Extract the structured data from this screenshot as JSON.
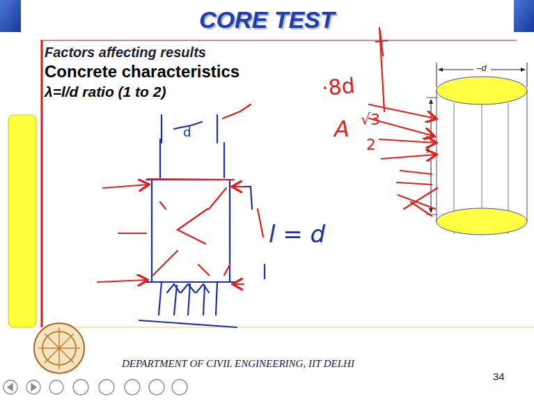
{
  "diagram": {
    "title": "CORE TEST",
    "labels": [
      "Factors affecting results",
      "Concrete characteristics",
      "λ=l/d ratio (1 to 2)",
      "–d",
      "l",
      "·8d",
      "A",
      "√3",
      "2",
      "l = d",
      "d",
      "DEPARTMENT OF CIVIL ENGINEERING, IIT DELHI",
      "34"
    ]
  }
}
